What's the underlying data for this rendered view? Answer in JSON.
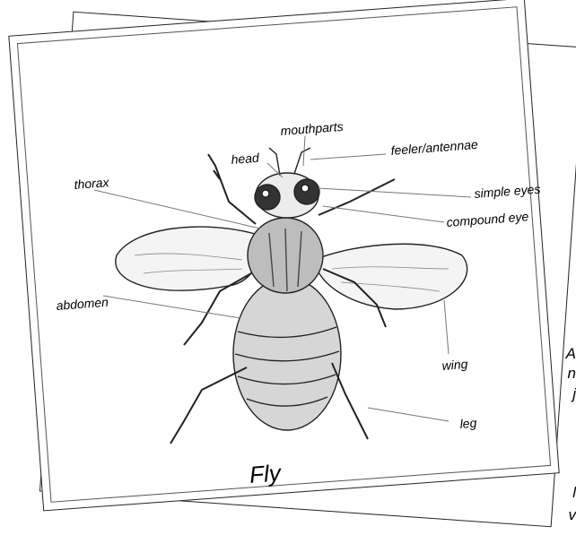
{
  "title": "Fly",
  "labels": {
    "mouthparts": "mouthparts",
    "feeler": "feeler/antennae",
    "head": "head",
    "thorax": "thorax",
    "simple_eyes": "simple eyes",
    "compound_eye": "compound eye",
    "abdomen": "abdomen",
    "wing": "wing",
    "leg": "leg"
  },
  "side_text": [
    "A",
    "n",
    "j",
    "l",
    "v"
  ],
  "colors": {
    "ink": "#222222",
    "leader": "#777777"
  }
}
